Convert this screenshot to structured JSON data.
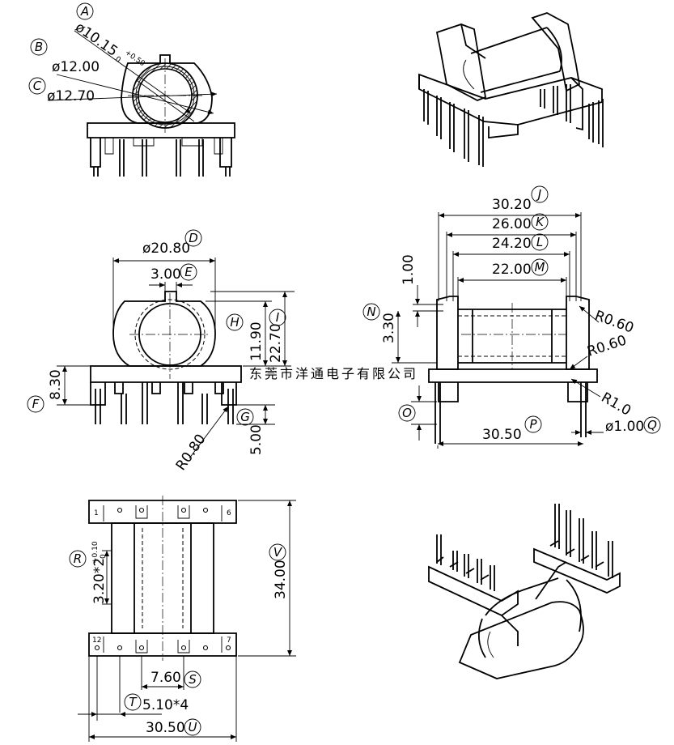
{
  "dimensions": {
    "A": {
      "tag": "A",
      "text": "ø10.15",
      "tol_plus": "+0.50",
      "tol_minus": "0"
    },
    "B": {
      "tag": "B",
      "text": "ø12.00"
    },
    "C": {
      "tag": "C",
      "text": "ø12.70"
    },
    "D": {
      "tag": "D",
      "text": "ø20.80"
    },
    "E": {
      "tag": "E",
      "text": "3.00"
    },
    "H": {
      "tag": "H"
    },
    "I": {
      "tag": "I"
    },
    "h_1190": {
      "text": "11.90"
    },
    "h_2270": {
      "text": "22.70"
    },
    "F": {
      "tag": "F",
      "text": "8.30"
    },
    "G": {
      "tag": "G",
      "text": "5.00"
    },
    "r080": {
      "text": "R0.80"
    },
    "J": {
      "tag": "J",
      "text": "30.20"
    },
    "K": {
      "tag": "K",
      "text": "26.00"
    },
    "L": {
      "tag": "L",
      "text": "24.20"
    },
    "M": {
      "tag": "M",
      "text": "22.00"
    },
    "t100": {
      "text": "1.00"
    },
    "N": {
      "tag": "N",
      "text": "3.30"
    },
    "r060a": {
      "text": "R0.60"
    },
    "r060b": {
      "text": "R0.60"
    },
    "r10": {
      "text": "R1.0"
    },
    "O": {
      "tag": "O"
    },
    "P": {
      "tag": "P",
      "text": "30.50"
    },
    "Q": {
      "tag": "Q",
      "text": "ø1.00"
    },
    "R": {
      "tag": "R",
      "text": "3.20*2",
      "tol_plus": "+0.10",
      "tol_minus": "0"
    },
    "V": {
      "tag": "V",
      "text": "34.00"
    },
    "S": {
      "tag": "S",
      "text": "7.60"
    },
    "T": {
      "tag": "T",
      "text": "5.10*4"
    },
    "U": {
      "tag": "U",
      "text": "30.50"
    }
  },
  "pin_numbers": {
    "p1": "1",
    "p6": "6",
    "p12": "12",
    "p7": "7"
  },
  "watermark": "东莞市洋通电子有限公司"
}
